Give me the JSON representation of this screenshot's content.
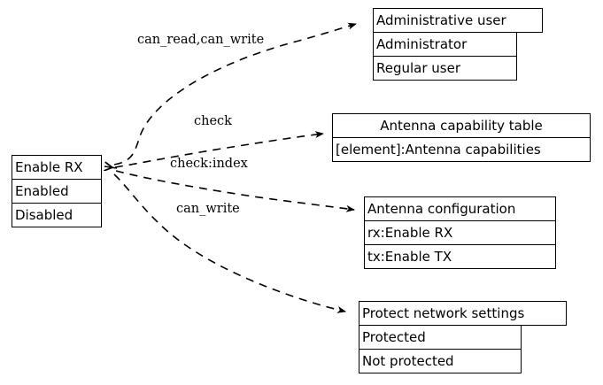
{
  "diagram": {
    "type": "uml-record-graph",
    "background": "#ffffff",
    "line_color": "#000000",
    "text_color": "#000000",
    "edge_style": "dashed",
    "source_node": {
      "id": "enable-rx",
      "title": "Enable RX",
      "rows": [
        "Enabled",
        "Disabled"
      ]
    },
    "target_nodes": [
      {
        "id": "administrative-user",
        "title": "Administrative user",
        "rows": [
          "Administrator",
          "Regular user"
        ]
      },
      {
        "id": "antenna-capability-table",
        "title": "Antenna capability table",
        "rows": [
          "[element]:Antenna capabilities"
        ]
      },
      {
        "id": "antenna-configuration",
        "title": "Antenna configuration",
        "rows": [
          "rx:Enable RX",
          "tx:Enable TX"
        ]
      },
      {
        "id": "protect-network-settings",
        "title": "Protect network settings",
        "rows": [
          "Protected",
          "Not protected"
        ]
      }
    ],
    "edges": [
      {
        "id": "edge-can-read-can-write",
        "label": "can_read,can_write",
        "from": "enable-rx",
        "to": "administrative-user"
      },
      {
        "id": "edge-check",
        "label": "check",
        "from": "enable-rx",
        "to": "antenna-capability-table"
      },
      {
        "id": "edge-check-index",
        "label": "check:index",
        "from": "enable-rx",
        "to": "antenna-configuration"
      },
      {
        "id": "edge-can-write",
        "label": "can_write",
        "from": "enable-rx",
        "to": "protect-network-settings"
      }
    ]
  }
}
